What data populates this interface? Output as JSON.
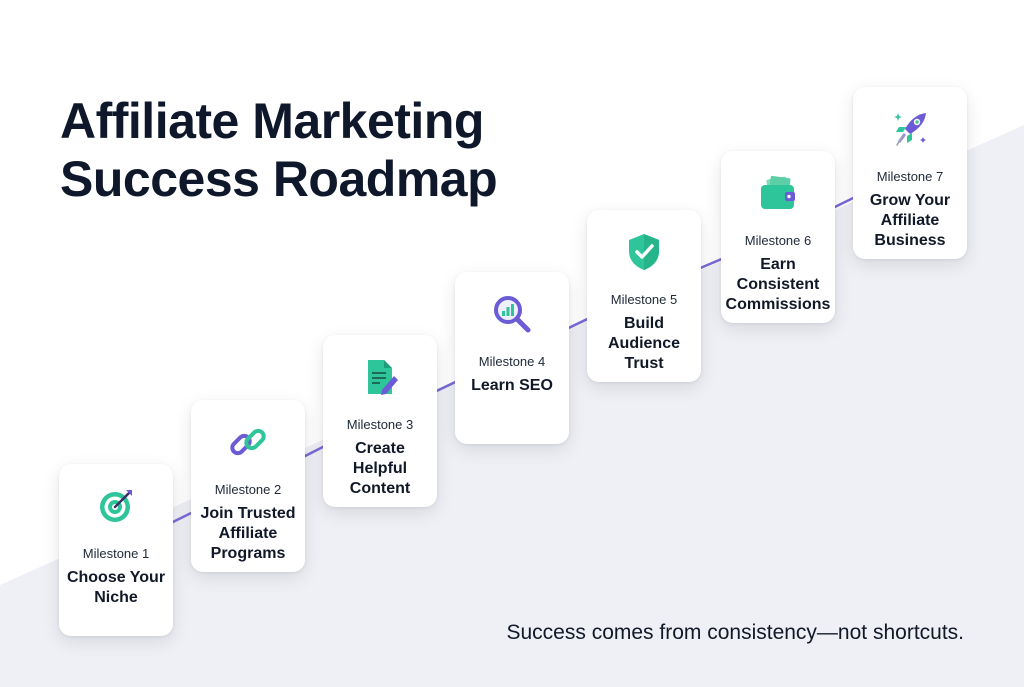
{
  "title": {
    "line1": "Affiliate Marketing",
    "line2": "Success Roadmap"
  },
  "milestones": [
    {
      "label": "Milestone 1",
      "name": "Choose Your Niche",
      "icon": "target-icon"
    },
    {
      "label": "Milestone 2",
      "name": "Join Trusted Affiliate Programs",
      "icon": "link-icon"
    },
    {
      "label": "Milestone 3",
      "name": "Create Helpful Content",
      "icon": "document-pen-icon"
    },
    {
      "label": "Milestone 4",
      "name": "Learn SEO",
      "icon": "magnifier-chart-icon"
    },
    {
      "label": "Milestone 5",
      "name": "Build Audience Trust",
      "icon": "shield-check-icon"
    },
    {
      "label": "Milestone 6",
      "name": "Earn Consistent Commissions",
      "icon": "wallet-icon"
    },
    {
      "label": "Milestone 7",
      "name": "Grow Your Affiliate Business",
      "icon": "rocket-icon"
    }
  ],
  "tagline": "Success comes from consistency—not shortcuts.",
  "colors": {
    "accent_green": "#2fc59a",
    "accent_purple": "#6b5bd6",
    "line": "#7a6ad8",
    "background_band": "#eef0f5"
  }
}
